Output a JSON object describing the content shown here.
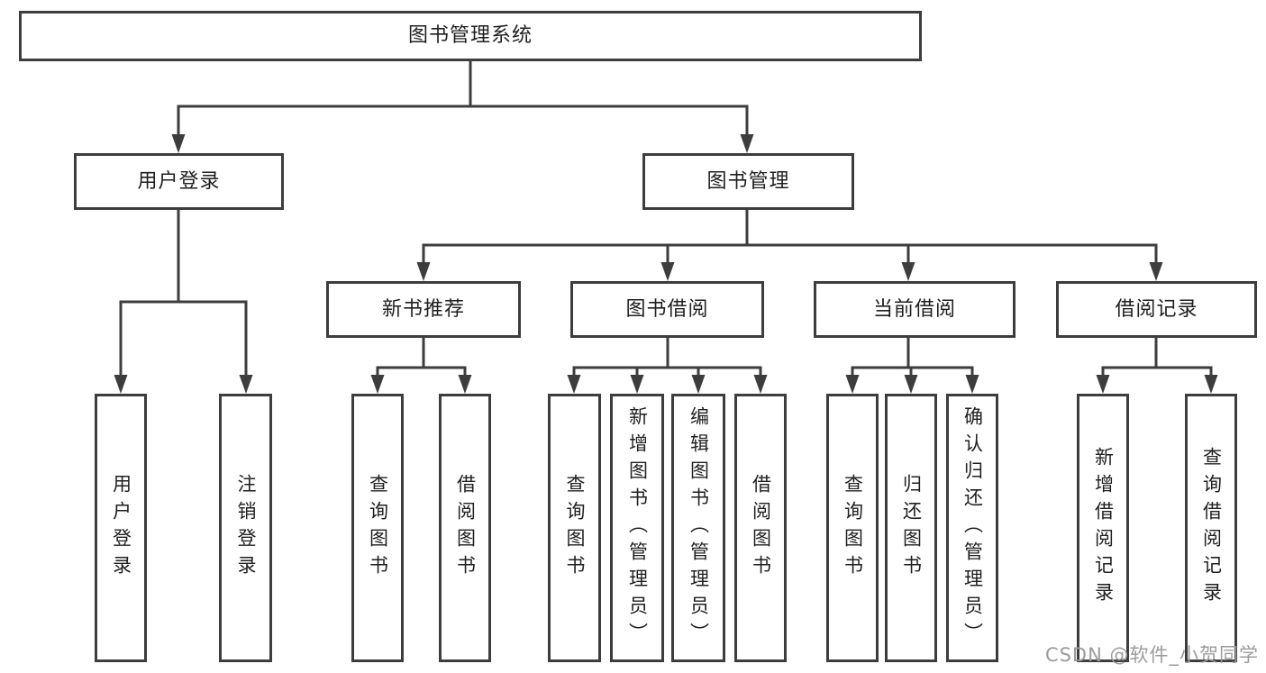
{
  "tree": {
    "root": {
      "label": "图书管理系统",
      "children": [
        {
          "label": "用户登录",
          "children": [
            {
              "label": "用户登录"
            },
            {
              "label": "注销登录"
            }
          ]
        },
        {
          "label": "图书管理",
          "children": [
            {
              "label": "新书推荐",
              "children": [
                {
                  "label": "查询图书"
                },
                {
                  "label": "借阅图书"
                }
              ]
            },
            {
              "label": "图书借阅",
              "children": [
                {
                  "label": "查询图书"
                },
                {
                  "label": "新增图书（管理员）"
                },
                {
                  "label": "编辑图书（管理员）"
                },
                {
                  "label": "借阅图书"
                }
              ]
            },
            {
              "label": "当前借阅",
              "children": [
                {
                  "label": "查询图书"
                },
                {
                  "label": "归还图书"
                },
                {
                  "label": "确认归还（管理员）"
                }
              ]
            },
            {
              "label": "借阅记录",
              "children": [
                {
                  "label": "新增借阅记录"
                },
                {
                  "label": "查询借阅记录"
                }
              ]
            }
          ]
        }
      ]
    }
  },
  "watermark": {
    "text": "CSDN @软件_小贺同学"
  },
  "colors": {
    "line": "#3d3d3d",
    "text": "#1f1f1f",
    "box_fill": "#ffffff",
    "watermark": "#9b9b9b",
    "background": "#ffffff"
  }
}
